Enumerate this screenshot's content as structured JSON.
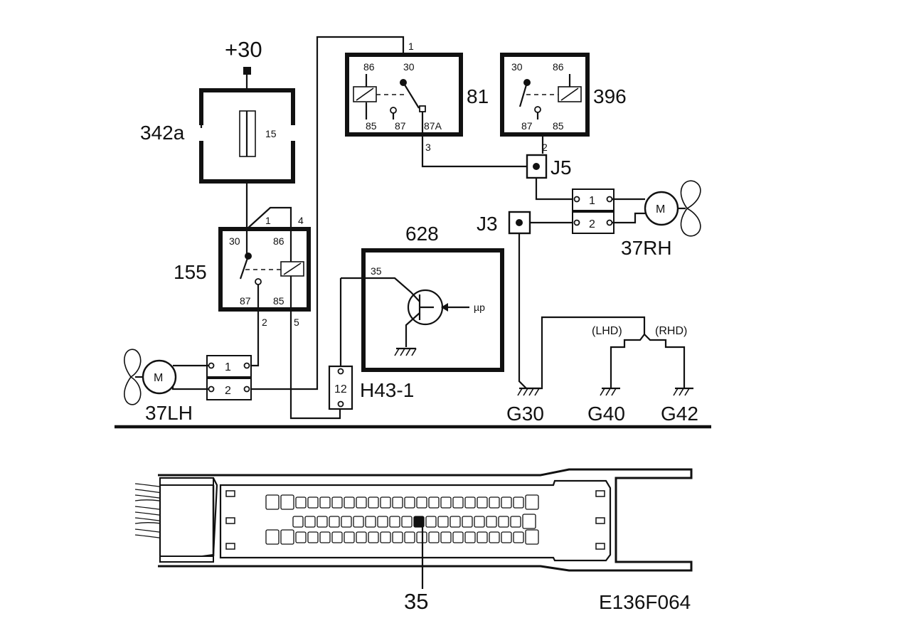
{
  "supply": "+30",
  "fusebox": {
    "id": "342a",
    "fuse": "15"
  },
  "relay155": {
    "id": "155",
    "pins": {
      "p30": "30",
      "p86": "86",
      "p87": "87",
      "p85": "85"
    },
    "wires": {
      "w1": "1",
      "w4": "4",
      "w2": "2",
      "w5": "5"
    }
  },
  "relay81": {
    "id": "81",
    "pins": {
      "p86": "86",
      "p30": "30",
      "p85": "85",
      "p87": "87",
      "p87a": "87A"
    },
    "wires": {
      "w1": "1",
      "w3": "3"
    }
  },
  "relay396": {
    "id": "396",
    "pins": {
      "p30": "30",
      "p86": "86",
      "p87": "87",
      "p85": "85"
    },
    "wires": {
      "w2": "2"
    }
  },
  "junctions": {
    "j5": "J5",
    "j3": "J3"
  },
  "motor_lh": {
    "id": "37LH",
    "symbol": "M",
    "pins": [
      "1",
      "2"
    ]
  },
  "motor_rh": {
    "id": "37RH",
    "symbol": "M",
    "pins": [
      "1",
      "2"
    ]
  },
  "ecu": {
    "id": "628",
    "pin": "35",
    "input": "µp"
  },
  "connector": {
    "id": "H43-1",
    "pin": "12"
  },
  "grounds": {
    "g30": "G30",
    "g40": "G40",
    "g42": "G42",
    "lhd": "(LHD)",
    "rhd": "(RHD)"
  },
  "plug": {
    "pin_label": "35"
  },
  "figure_code": "E136F064"
}
